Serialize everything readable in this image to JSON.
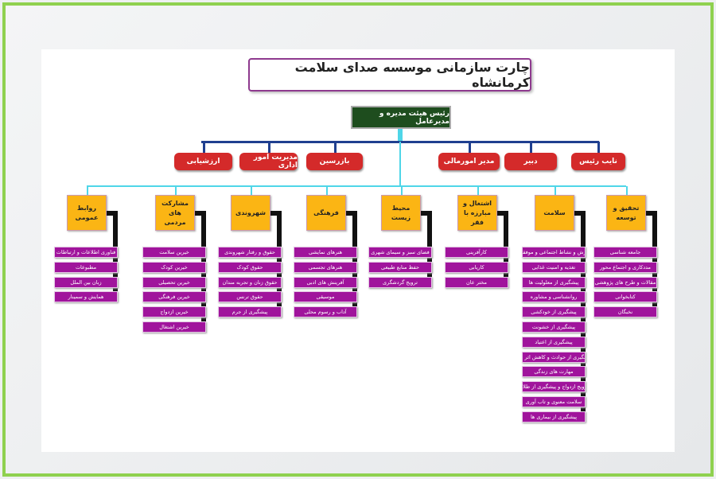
{
  "title": "چارت سازمانی موسسه  صدای سلامت کرمانشاه",
  "ceo": "رئیس هیئت مدیره و مدیرعامل",
  "colors": {
    "frame": "#8fd14f",
    "ceo": "#1e4d1e",
    "red": "#d42a2a",
    "dept": "#fbb514",
    "item": "#a0149c",
    "blue_line": "#1f3f8f",
    "cyan_line": "#4fd6e8"
  },
  "executives": [
    "نایب رئیس",
    "دبیر",
    "مدیر امورمالی",
    "بازرسین",
    "مدیریت امور اداری",
    "ارزشیابی"
  ],
  "departments": [
    {
      "name": "تحقیق و توسعه",
      "items": [
        "جامعه شناسی",
        "مددکاری و اجتماع محور",
        "مقالات و طرح های پژوهشی",
        "کتابخوانی",
        "نخبگان"
      ]
    },
    {
      "name": "سلامت",
      "items": [
        "ورزش و نشاط اجتماعی و موفقیت",
        "تغذیه و امنیت غذایی",
        "پیشگیری از معلولیت ها",
        "روانشناسی و مشاوره",
        "پیشگیری از خودکشی",
        "پیشگیری از خشونت",
        "پیشگیری از اعتیاد",
        "پیشگیری از حوادث و کاهش اثر بلایا",
        "مهارت های زندگی",
        "ترویج ازدواج و پیشگیری از طلاق",
        "سلامت معنوی و تاب آوری",
        "پیشگیری از بیماری ها"
      ]
    },
    {
      "name": "اشتغال و مبارزه با فقر",
      "items": [
        "کارآفرینی",
        "کاریابی",
        "مختر عان"
      ]
    },
    {
      "name": "محیط زیست",
      "items": [
        "فضای سبز و سیمای شهری",
        "حفظ منابع طبیعی",
        "ترویج گردشگری"
      ]
    },
    {
      "name": "فرهنگی",
      "items": [
        "هنرهای نمایشی",
        "هنرهای تجسمی",
        "آفرینش های ادبی",
        "موسیقی",
        "آداب و رسوم محلی"
      ]
    },
    {
      "name": "شهروندی",
      "items": [
        "حقوق و رفتار شهروندی",
        "حقوق کودک",
        "حقوق زنان و تجربه مندان",
        "حقوق ترنس",
        "پیشگیری از جرم"
      ]
    },
    {
      "name": "مشارکت های مردمی",
      "items": [
        "خیرین سلامت",
        "خیرین کودک",
        "خیرین تحصیلی",
        "خیرین فرهنگی",
        "خیرین ازدواج",
        "خیرین اشتغال"
      ]
    },
    {
      "name": "روابط عمومی",
      "items": [
        "فناوری اطلاعات و ارتباطات",
        "مطبوعات",
        "زبان بین الملل",
        "همایش و سمینار"
      ]
    }
  ]
}
